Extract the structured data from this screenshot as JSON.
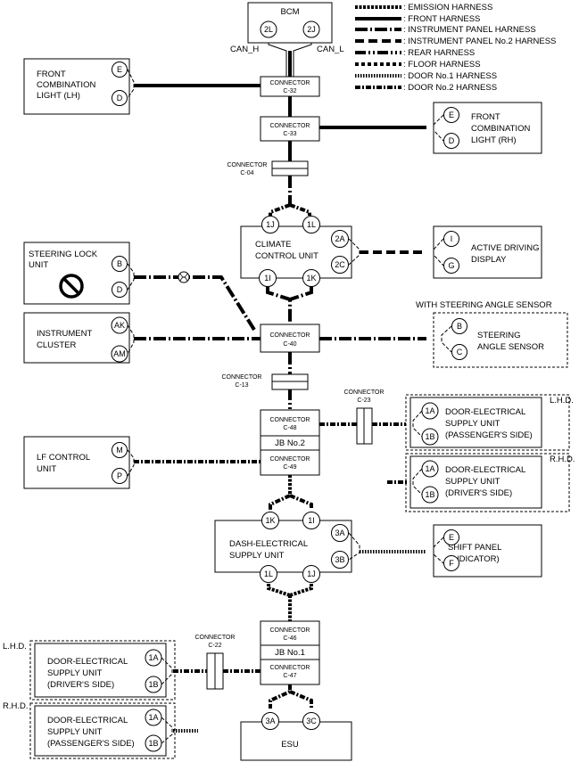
{
  "legend": [
    {
      "name": "EMISSION HARNESS",
      "dash": "3,1.5"
    },
    {
      "name": "FRONT HARNESS",
      "dash": ""
    },
    {
      "name": "INSTRUMENT PANEL HARNESS",
      "dash": "14,3,2,3"
    },
    {
      "name": "INSTRUMENT PANEL No.2 HARNESS",
      "dash": "10,5"
    },
    {
      "name": "REAR HARNESS",
      "dash": "12,3,2,3,2,3"
    },
    {
      "name": "FLOOR HARNESS",
      "dash": "4,3"
    },
    {
      "name": "DOOR No.1 HARNESS",
      "dash": "1.5,1.5"
    },
    {
      "name": "DOOR No.2 HARNESS",
      "dash": "6,2,2,2"
    }
  ],
  "units": {
    "bcm": {
      "name": "BCM",
      "pins": [
        "2L",
        "2J"
      ],
      "signals": [
        "CAN_H",
        "CAN_L"
      ]
    },
    "fcl_lh": {
      "name": [
        "FRONT",
        "COMBINATION",
        "LIGHT (LH)"
      ],
      "pins": [
        "E",
        "D"
      ]
    },
    "fcl_rh": {
      "name": [
        "FRONT",
        "COMBINATION",
        "LIGHT (RH)"
      ],
      "pins": [
        "E",
        "D"
      ]
    },
    "climate": {
      "name": [
        "CLIMATE",
        "CONTROL UNIT"
      ],
      "pins": [
        "1J",
        "1L",
        "2A",
        "2C",
        "1I",
        "1K"
      ]
    },
    "adisp": {
      "name": [
        "ACTIVE DRIVING",
        "DISPLAY"
      ],
      "pins": [
        "I",
        "G"
      ]
    },
    "steering_lock": {
      "name": [
        "STEERING LOCK",
        "UNIT"
      ],
      "pins": [
        "B",
        "D"
      ]
    },
    "cluster": {
      "name": [
        "INSTRUMENT",
        "CLUSTER"
      ],
      "pins": [
        "AK",
        "AM"
      ]
    },
    "steering_sensor": {
      "header": "WITH STEERING ANGLE SENSOR",
      "name": [
        "STEERING",
        "ANGLE SENSOR"
      ],
      "pins": [
        "B",
        "C"
      ]
    },
    "lf": {
      "name": [
        "LF CONTROL",
        "UNIT"
      ],
      "pins": [
        "M",
        "P"
      ]
    },
    "door_ps_top": {
      "region": "L.H.D.",
      "name": [
        "DOOR-ELECTRICAL",
        "SUPPLY UNIT",
        "(PASSENGER'S SIDE)"
      ],
      "pins": [
        "1A",
        "1B"
      ]
    },
    "door_ds_top": {
      "region": "R.H.D.",
      "name": [
        "DOOR-ELECTRICAL",
        "SUPPLY UNIT",
        "(DRIVER'S SIDE)"
      ],
      "pins": [
        "1A",
        "1B"
      ]
    },
    "dash": {
      "name": [
        "DASH-ELECTRICAL",
        "SUPPLY UNIT"
      ],
      "pins": [
        "1K",
        "1I",
        "3A",
        "3B",
        "1L",
        "1J"
      ]
    },
    "shift": {
      "name": [
        "SHIFT PANEL",
        "(INDICATOR)"
      ],
      "pins": [
        "E",
        "F"
      ]
    },
    "door_ds_bot": {
      "region": "L.H.D.",
      "name": [
        "DOOR-ELECTRICAL",
        "SUPPLY UNIT",
        "(DRIVER'S SIDE)"
      ],
      "pins": [
        "1A",
        "1B"
      ]
    },
    "door_ps_bot": {
      "region": "R.H.D.",
      "name": [
        "DOOR-ELECTRICAL",
        "SUPPLY UNIT",
        "(PASSENGER'S SIDE)"
      ],
      "pins": [
        "1A",
        "1B"
      ]
    },
    "esu": {
      "name": "ESU",
      "pins": [
        "3A",
        "3C"
      ]
    }
  },
  "connectors": {
    "c32": {
      "word": "CONNECTOR",
      "id": "C-32"
    },
    "c33": {
      "word": "CONNECTOR",
      "id": "C-33"
    },
    "c04": {
      "word": "CONNECTOR",
      "id": "C-04"
    },
    "c40": {
      "word": "CONNECTOR",
      "id": "C-40"
    },
    "c13": {
      "word": "CONNECTOR",
      "id": "C-13"
    },
    "c23": {
      "word": "CONNECTOR",
      "id": "C-23"
    },
    "c48": {
      "word": "CONNECTOR",
      "id": "C-48"
    },
    "c49": {
      "word": "CONNECTOR",
      "id": "C-49"
    },
    "c46": {
      "word": "CONNECTOR",
      "id": "C-46"
    },
    "c47": {
      "word": "CONNECTOR",
      "id": "C-47"
    },
    "c22": {
      "word": "CONNECTOR",
      "id": "C-22"
    }
  },
  "junction_blocks": {
    "jb2": "JB No.2",
    "jb1": "JB No.1"
  }
}
